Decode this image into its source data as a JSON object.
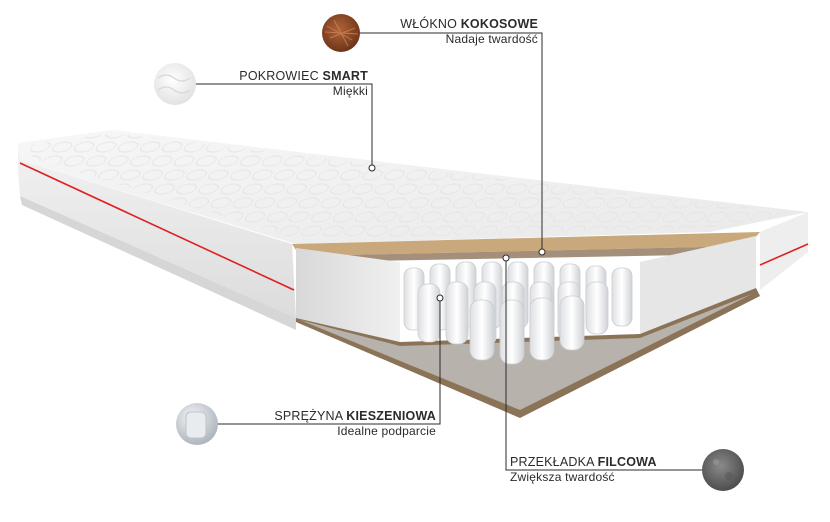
{
  "callouts": {
    "coconut": {
      "title_normal": "WŁÓKNO ",
      "title_bold": "KOKOSOWE",
      "subtitle": "Nadaje twardość",
      "swatch_icon": "coconut-fiber-icon",
      "color": "#8a4a2a"
    },
    "cover": {
      "title_normal": "POKROWIEC ",
      "title_bold": "SMART",
      "subtitle": "Miękki",
      "swatch_icon": "quilted-fabric-icon",
      "color": "#eeeeee"
    },
    "spring": {
      "title_normal": "SPRĘŻYNA ",
      "title_bold": "KIESZENIOWA",
      "subtitle": "Idealne podparcie",
      "swatch_icon": "pocket-spring-icon",
      "color": "#c9cdd2"
    },
    "felt": {
      "title_normal": "PRZEKŁADKA ",
      "title_bold": "FILCOWA",
      "subtitle": "Zwiększa twardość",
      "swatch_icon": "felt-pad-icon",
      "color": "#6b6b6b"
    }
  },
  "colors": {
    "leader_line": "#2b2b2b",
    "accent_stripe": "#e02020",
    "mattress_white": "#f4f4f4"
  }
}
